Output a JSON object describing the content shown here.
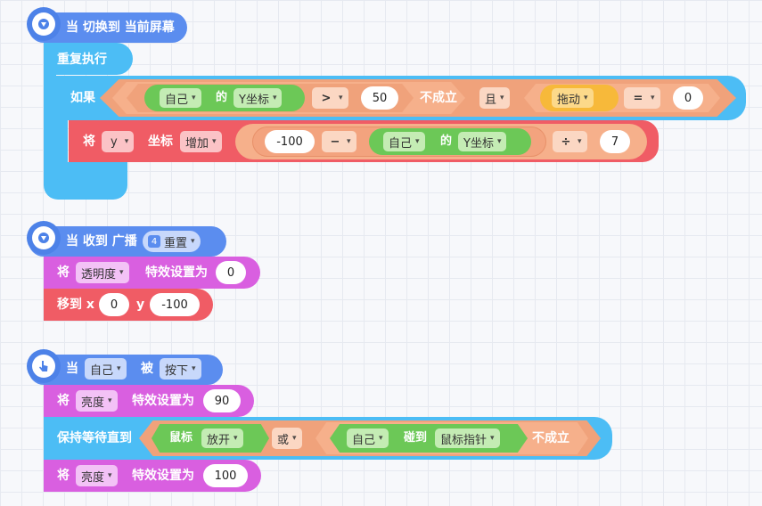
{
  "script1": {
    "hat_label": "当 切换到 当前屏幕",
    "repeat_label": "重复执行",
    "if_label": "如果",
    "cond": {
      "self": "自己",
      "of": "的",
      "prop": "Y坐标",
      "op": ">",
      "value": "50",
      "not_true": "不成立",
      "and": "且",
      "drag": "拖动",
      "eq": "=",
      "eq_value": "0"
    },
    "set": {
      "label": "将",
      "var": "y",
      "coord": "坐标",
      "mode": "增加",
      "n1": "-100",
      "minus": "−",
      "self": "自己",
      "of": "的",
      "prop": "Y坐标",
      "div": "÷",
      "n2": "7"
    },
    "add_symbol": "+"
  },
  "script2": {
    "hat_prefix": "当 收到 广播",
    "broadcast": "重置",
    "broadcast_icon": "4",
    "set_label": "将",
    "effect": "透明度",
    "effect_set": "特效设置为",
    "effect_value": "0",
    "move_label": "移到 x",
    "x": "0",
    "y_label": "y",
    "y": "-100"
  },
  "script3": {
    "when": "当",
    "target": "自己",
    "by": "被",
    "action": "按下",
    "set1_label": "将",
    "effect1": "亮度",
    "effect_set1": "特效设置为",
    "value1": "90",
    "wait_label": "保持等待直到",
    "mouse": "鼠标",
    "mouse_state": "放开",
    "or": "或",
    "self": "自己",
    "touch": "碰到",
    "touch_target": "鼠标指针",
    "not_true": "不成立",
    "set2_label": "将",
    "effect2": "亮度",
    "effect_set2": "特效设置为",
    "value2": "100"
  },
  "colors": {
    "event": "#5b8def",
    "control": "#4cbdf5",
    "operator": "#f3a37e",
    "sensing": "#6cc857",
    "motion": "#f05c65",
    "looks": "#d95fe0",
    "drag": "#f7b93a"
  }
}
